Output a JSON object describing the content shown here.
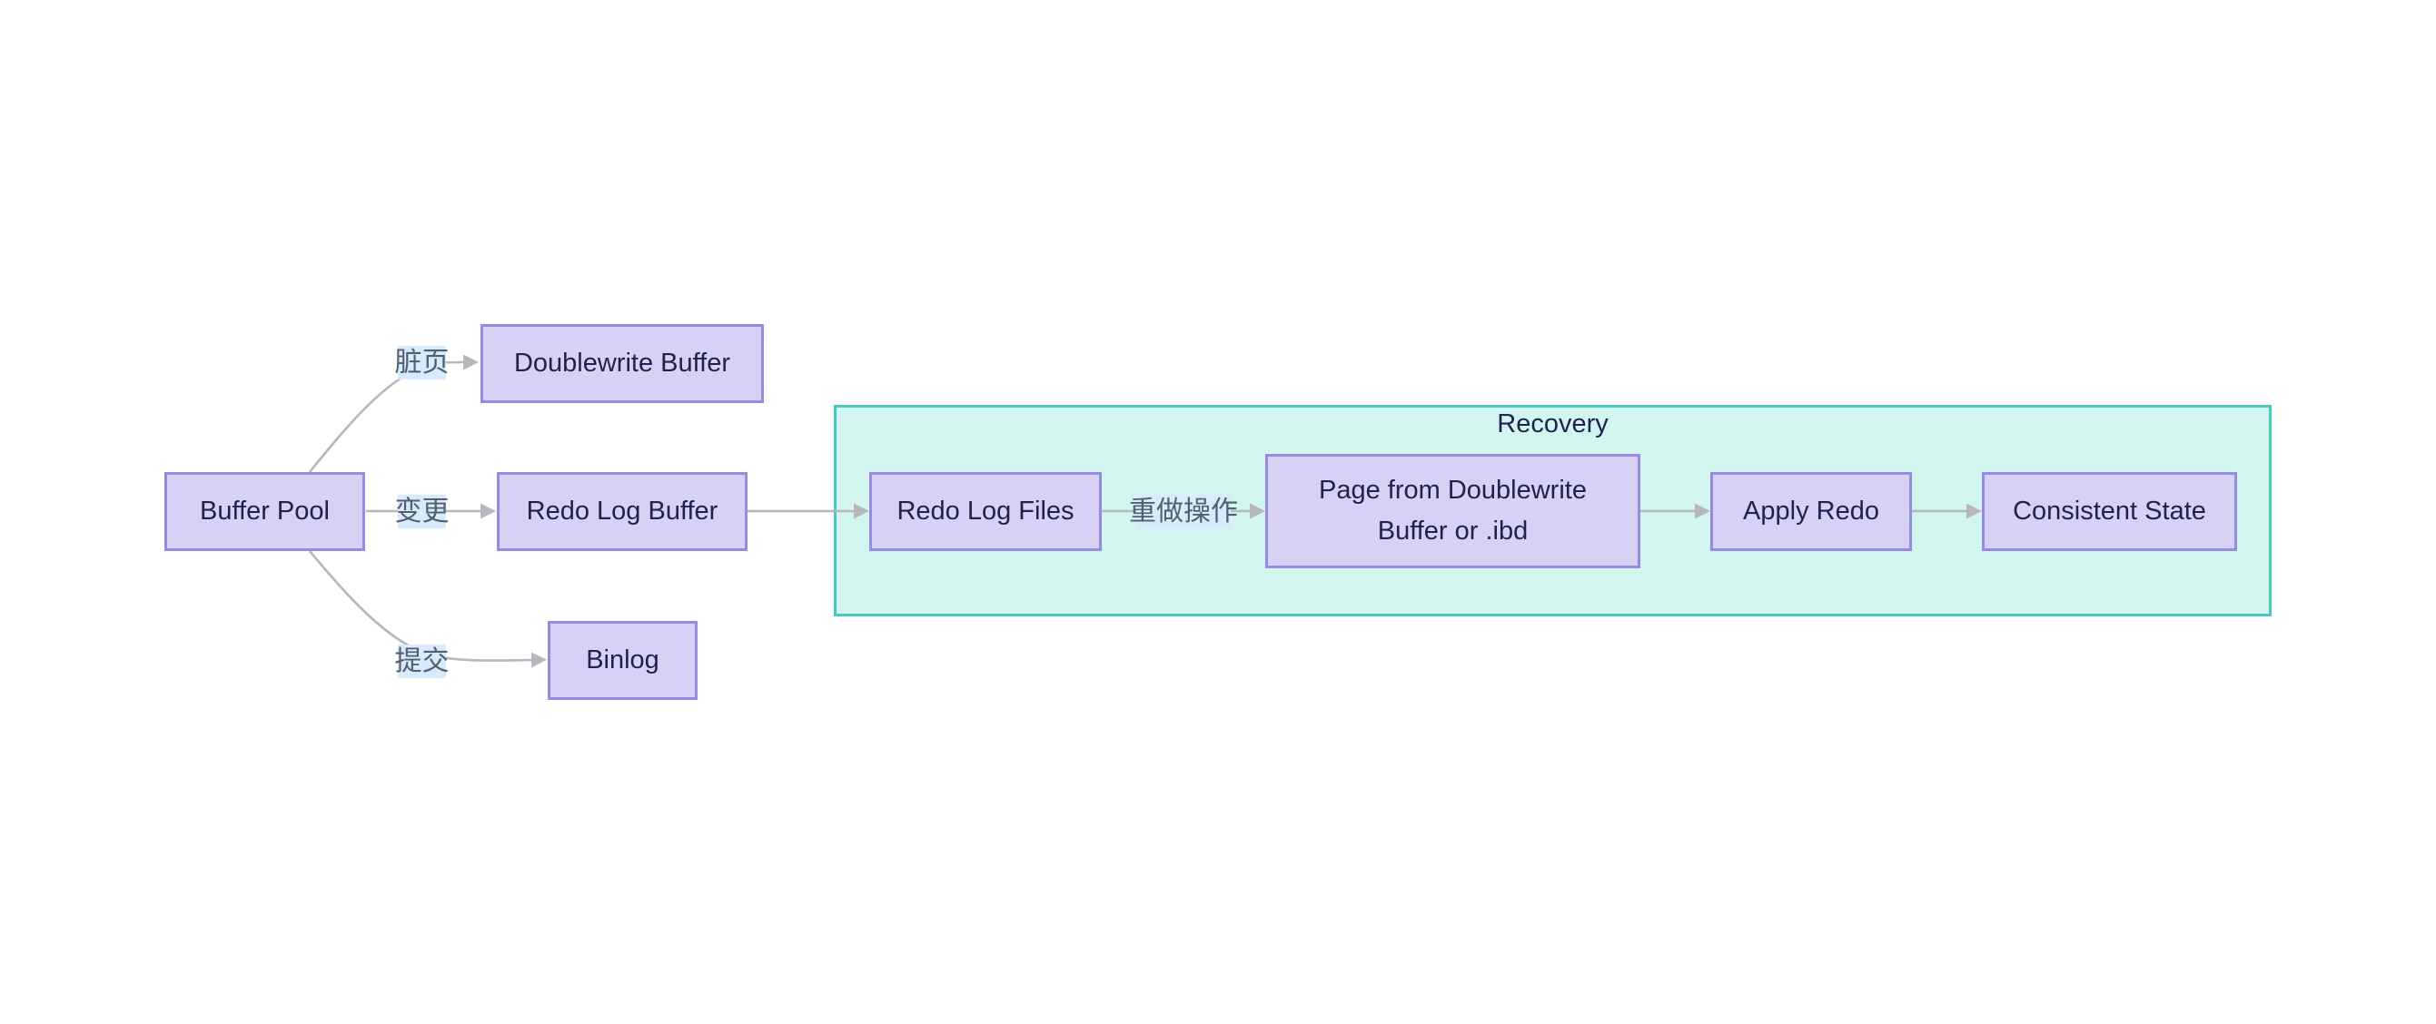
{
  "diagram": {
    "type": "flowchart",
    "direction": "LR",
    "nodes": {
      "buffer_pool": {
        "label": "Buffer Pool"
      },
      "doublewrite": {
        "label": "Doublewrite Buffer"
      },
      "redo_log_buffer": {
        "label": "Redo Log Buffer"
      },
      "binlog": {
        "label": "Binlog"
      },
      "redo_log_files": {
        "label": "Redo Log Files"
      },
      "page_from_dw": {
        "label": "Page from Doublewrite Buffer or .ibd"
      },
      "apply_redo": {
        "label": "Apply Redo"
      },
      "consistent_state": {
        "label": "Consistent State"
      }
    },
    "cluster": {
      "title": "Recovery",
      "members": [
        "Redo Log Files",
        "Page from Doublewrite Buffer or .ibd",
        "Apply Redo",
        "Consistent State"
      ]
    },
    "edges": [
      {
        "from": "Buffer Pool",
        "to": "Doublewrite Buffer",
        "label": "脏页"
      },
      {
        "from": "Buffer Pool",
        "to": "Redo Log Buffer",
        "label": "变更"
      },
      {
        "from": "Buffer Pool",
        "to": "Binlog",
        "label": "提交"
      },
      {
        "from": "Redo Log Buffer",
        "to": "Redo Log Files",
        "label": ""
      },
      {
        "from": "Redo Log Files",
        "to": "Page from Doublewrite Buffer or .ibd",
        "label": "重做操作"
      },
      {
        "from": "Page from Doublewrite Buffer or .ibd",
        "to": "Apply Redo",
        "label": ""
      },
      {
        "from": "Apply Redo",
        "to": "Consistent State",
        "label": ""
      }
    ],
    "colors": {
      "background": "#ffffff",
      "node_fill": "#d8d1f6",
      "node_border": "#968ae2",
      "node_text": "#1f2150",
      "cluster_fill": "#d3f5ef",
      "cluster_border": "#49c8c0",
      "edge_line": "#b7b5bd",
      "edge_label_bg": "#d9eafc",
      "edge_label_text": "#51606d"
    }
  }
}
